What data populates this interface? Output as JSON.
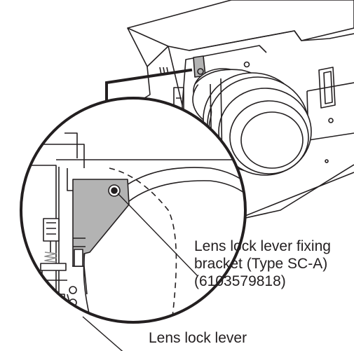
{
  "callouts": {
    "bracket": {
      "line1": "Lens lock lever fixing",
      "line2": "bracket (Type SC-A)",
      "line3": "(6103579818)"
    },
    "lever": {
      "line1": "Lens lock lever"
    }
  },
  "colors": {
    "ink": "#231f20",
    "bracket_fill": "#b3b3b3",
    "spring": "#8c8c8c"
  }
}
